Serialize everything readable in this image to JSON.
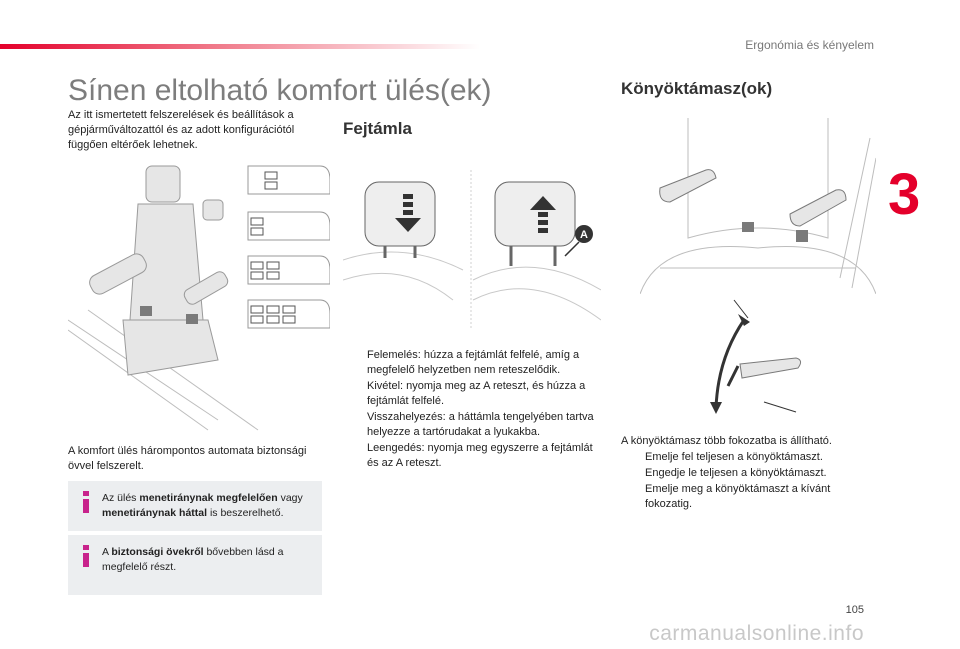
{
  "header": {
    "title": "Ergonómia és kényelem",
    "chapter": "3",
    "page_number": "105"
  },
  "watermark": "carmanualsonline.info",
  "left": {
    "title": "Sínen eltolható komfort ülés(ek)",
    "intro": "Az itt ismertetett felszerelések és beállítások a gépjárműváltozattól és az adott konfigurációtól függően eltérőek lehetnek.",
    "seatbelt_text": "A komfort ülés hárompontos automata biztonsági övvel felszerelt.",
    "info1": {
      "pre": "Az ülés ",
      "b1": "menetiránynak megfelelően",
      "mid": " vagy ",
      "b2": "menetiránynak háttal",
      "post": " is beszerelhető."
    },
    "info2": {
      "pre": "A ",
      "b1": "biztonsági övekről",
      "post": " bővebben lásd a megfelelő részt."
    }
  },
  "middle": {
    "title": "Fejtámla",
    "label_a": "A",
    "bullets": [
      "Felemelés: húzza a fejtámlát felfelé, amíg a megfelelő helyzetben nem reteszelődik.",
      "Kivétel: nyomja meg az A reteszt, és húzza a fejtámlát felfelé.",
      "Visszahelyezés: a háttámla tengelyében tartva helyezze a tartórudakat a lyukakba.",
      "Leengedés: nyomja meg egyszerre a fejtámlát és az A reteszt."
    ]
  },
  "right": {
    "title": "Könyöktámasz(ok)",
    "intro": "A könyöktámasz több fokozatba is állítható.",
    "bullets": [
      "Emelje fel teljesen a könyöktámaszt.",
      "Engedje le teljesen a könyöktámaszt.",
      "Emelje meg a könyöktámaszt a kívánt fokozatig."
    ]
  },
  "bullet_marker": "",
  "colors": {
    "accent": "#e4002b",
    "info_icon": "#c8238c",
    "info_bg": "#eceef0"
  }
}
